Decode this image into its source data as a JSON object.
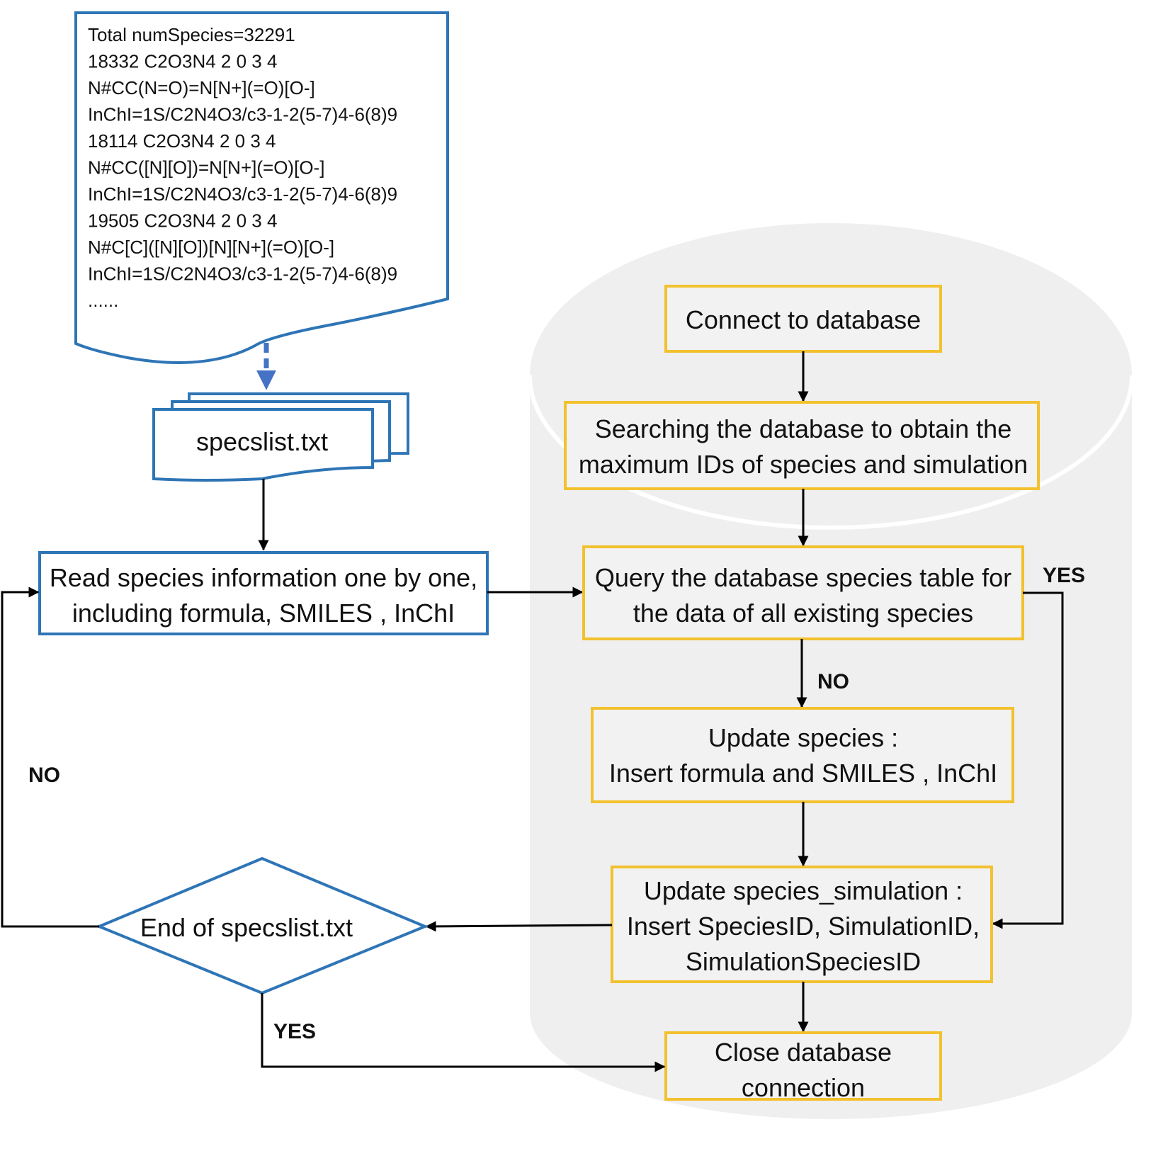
{
  "colors": {
    "blue_border": "#2e75b6",
    "yellow_border": "#f2c12e",
    "cylinder_fill": "#efefef",
    "arrow": "#000000",
    "dashed_arrow": "#4472c4"
  },
  "document_note": {
    "lines": [
      "Total numSpecies=32291",
      "18332 C2O3N4 2 0 3 4",
      "N#CC(N=O)=N[N+](=O)[O-]",
      "InChI=1S/C2N4O3/c3-1-2(5-7)4-6(8)9",
      "18114 C2O3N4 2 0 3 4",
      "N#CC([N][O])=N[N+](=O)[O-]",
      "InChI=1S/C2N4O3/c3-1-2(5-7)4-6(8)9",
      "19505 C2O3N4 2 0 3 4",
      "N#C[C]([N][O])[N][N+](=O)[O-]",
      "InChI=1S/C2N4O3/c3-1-2(5-7)4-6(8)9",
      "......"
    ]
  },
  "file_stack": {
    "label": "specslist.txt"
  },
  "read_box": {
    "lines": [
      "Read species information one by one,",
      "including formula, SMILES , InChI"
    ]
  },
  "database": {
    "connect": {
      "lines": [
        "Connect to database"
      ]
    },
    "search": {
      "lines": [
        "Searching the database to obtain the",
        "maximum IDs of species and simulation"
      ]
    },
    "query": {
      "lines": [
        "Query the database species table for",
        "the data of all existing species"
      ]
    },
    "update_species": {
      "lines": [
        "Update species :",
        "Insert formula and SMILES , InChI"
      ]
    },
    "update_sim": {
      "lines": [
        "Update species_simulation :",
        "Insert SpeciesID, SimulationID,",
        "SimulationSpeciesID"
      ]
    },
    "close": {
      "lines": [
        "Close database",
        "connection"
      ]
    }
  },
  "decision": {
    "label": "End of specslist.txt"
  },
  "edge_labels": {
    "query_yes": "YES",
    "query_no": "NO",
    "end_no": "NO",
    "end_yes": "YES"
  }
}
